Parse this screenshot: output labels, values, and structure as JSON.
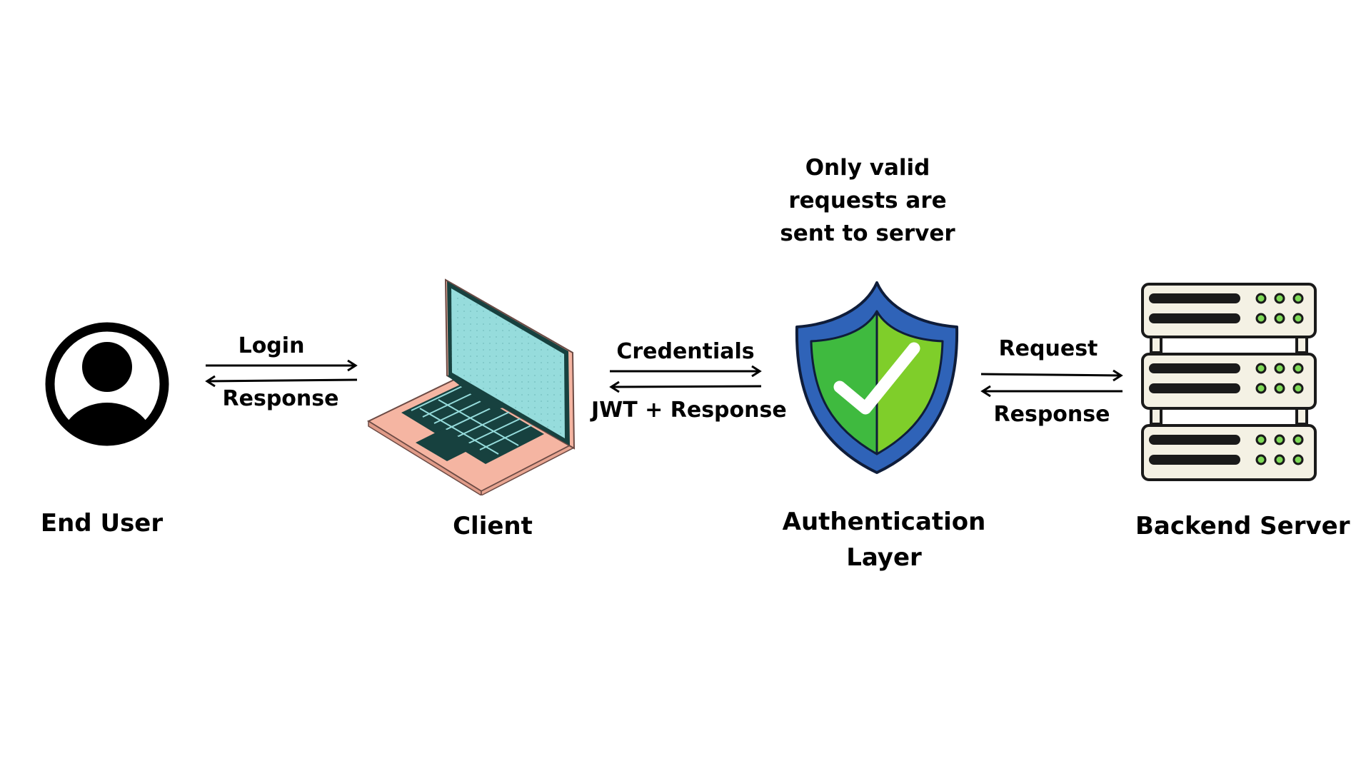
{
  "diagram": {
    "nodes": {
      "end_user": {
        "label": "End User",
        "icon": "user-avatar-icon"
      },
      "client": {
        "label": "Client",
        "icon": "laptop-icon"
      },
      "auth_layer": {
        "label_line1": "Authentication",
        "label_line2": "Layer",
        "icon": "shield-check-icon"
      },
      "backend": {
        "label": "Backend Server",
        "icon": "server-rack-icon"
      }
    },
    "edges": {
      "user_client": {
        "forward": "Login",
        "back": "Response"
      },
      "client_auth": {
        "forward": "Credentials",
        "back": "JWT + Response"
      },
      "auth_backend": {
        "forward": "Request",
        "back": "Response"
      }
    },
    "note": {
      "line1": "Only valid",
      "line2": "requests are",
      "line3": "sent to server"
    }
  },
  "colors": {
    "shield_outer": "#2f63b8",
    "shield_inner_left": "#3fba3f",
    "shield_inner_right": "#7fce2a",
    "laptop_screen": "#96dcdc",
    "laptop_body": "#f5b5a2",
    "laptop_dark": "#17413f",
    "server_body": "#f4f1e4",
    "server_led": "#7ed957"
  }
}
